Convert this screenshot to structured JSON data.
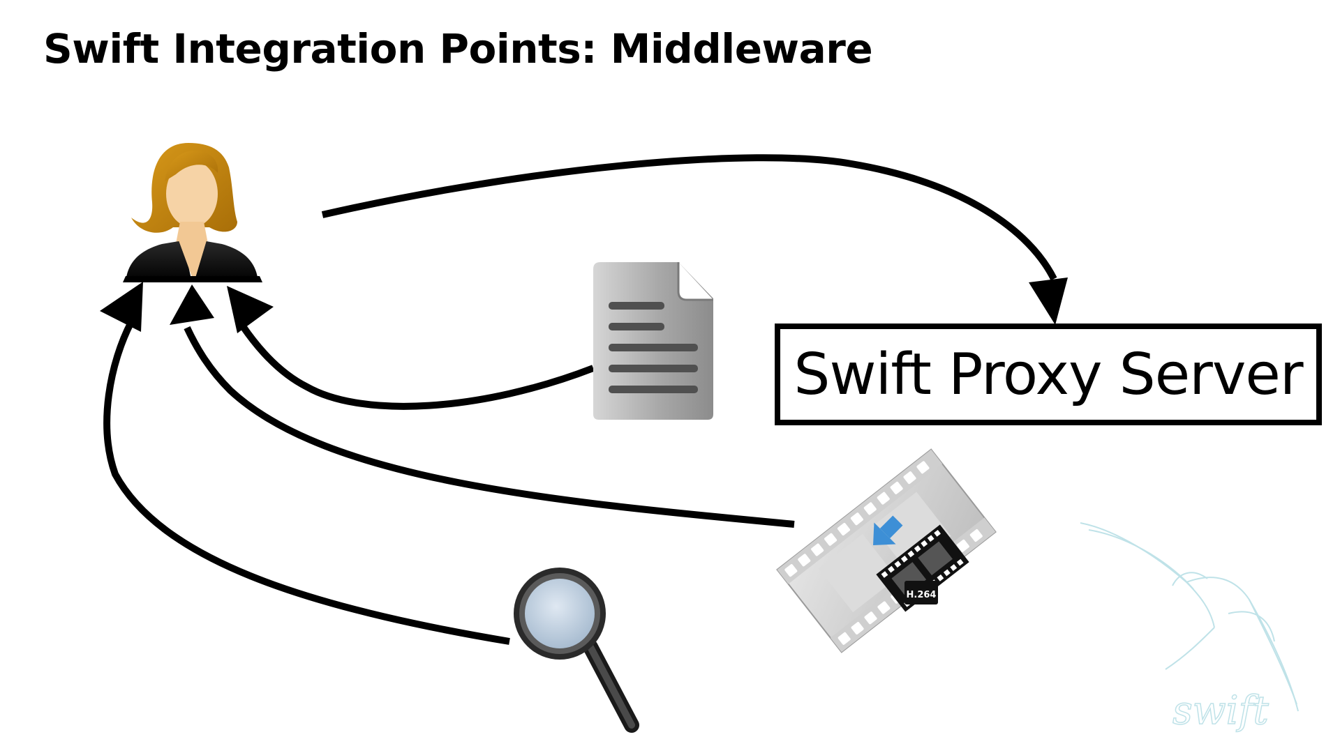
{
  "slide": {
    "title": "Swift Integration Points: Middleware"
  },
  "nodes": {
    "user": {
      "icon": "user-icon"
    },
    "proxy": {
      "label": "Swift Proxy Server"
    },
    "document": {
      "icon": "document-icon"
    },
    "video": {
      "icon": "video-transcode-icon",
      "badge": "H.264"
    },
    "search": {
      "icon": "search-icon"
    }
  },
  "edges": [
    {
      "from": "user",
      "to": "proxy"
    },
    {
      "from": "document",
      "to": "user"
    },
    {
      "from": "video",
      "to": "user"
    },
    {
      "from": "search",
      "to": "user"
    }
  ],
  "logo": {
    "icon": "swift-bird-logo",
    "text": "swift"
  },
  "colors": {
    "arrow": "#000000",
    "hair": "#C68A12",
    "skin": "#F6D3A6",
    "logo": "#BFE2E8"
  }
}
